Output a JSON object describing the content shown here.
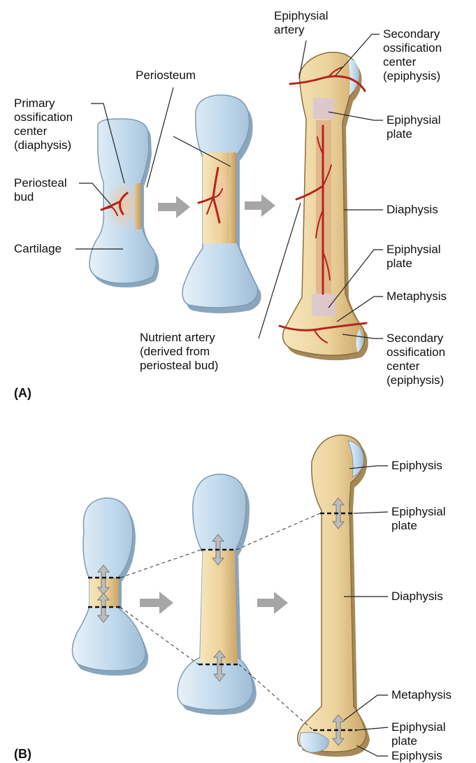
{
  "panel_a": {
    "tag": "(A)",
    "labels": {
      "primary_center": "Primary\nossification\ncenter\n(diaphysis)",
      "periosteal_bud": "Periosteal\nbud",
      "cartilage": "Cartilage",
      "periosteum": "Periosteum",
      "epiphysial_artery": "Epiphysial\nartery",
      "secondary_center_top": "Secondary\nossification\ncenter\n(epiphysis)",
      "epiphysial_plate_top": "Epiphysial\nplate",
      "diaphysis": "Diaphysis",
      "epiphysial_plate_bottom": "Epiphysial\nplate",
      "metaphysis": "Metaphysis",
      "nutrient_artery": "Nutrient artery\n(derived from\nperiosteal bud)",
      "secondary_center_bottom": "Secondary\nossification\ncenter\n(epiphysis)"
    }
  },
  "panel_b": {
    "tag": "(B)",
    "labels": {
      "epiphysis_top": "Epiphysis",
      "epiphysial_plate_top": "Epiphysial\nplate",
      "diaphysis": "Diaphysis",
      "metaphysis": "Metaphysis",
      "epiphysial_plate_bottom": "Epiphysial\nplate",
      "epiphysis_bottom": "Epiphysis"
    }
  },
  "colors": {
    "cartilage": "#bcd6ea",
    "bone": "#ecd39c",
    "artery": "#b3241c",
    "arrow": "#a6a6a6",
    "leader": "#222222"
  }
}
